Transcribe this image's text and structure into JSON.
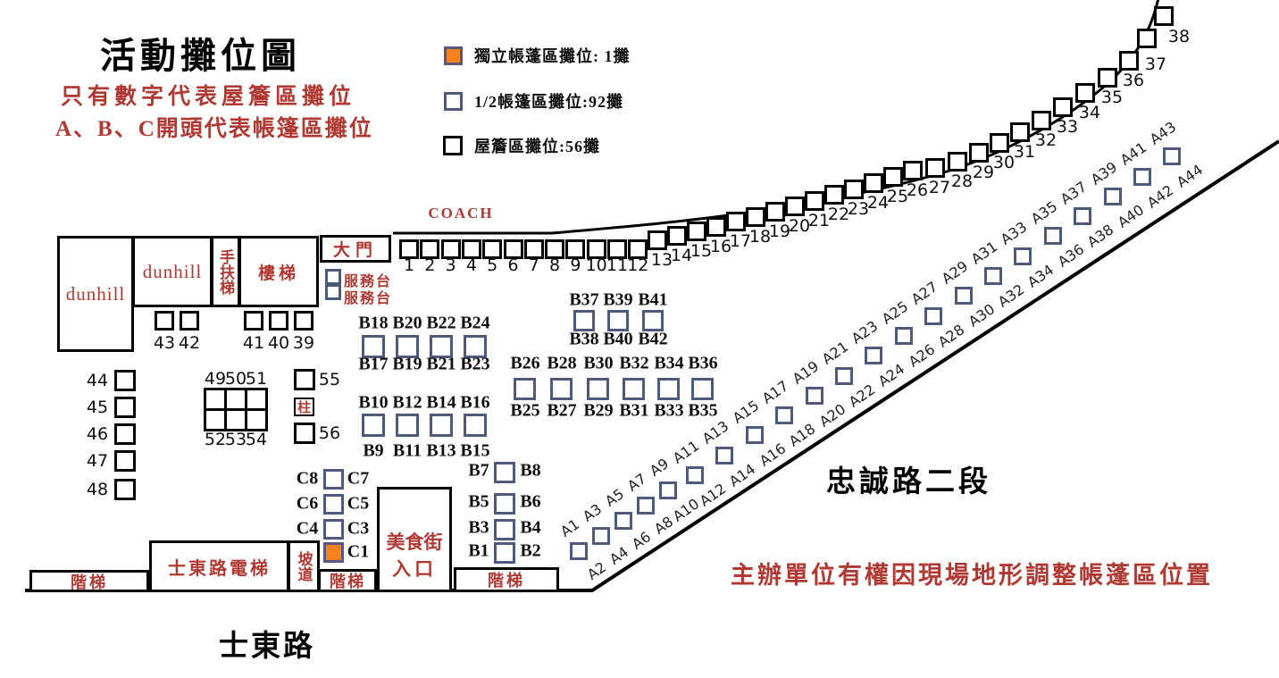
{
  "title": "活動攤位圖",
  "notes": {
    "line1": "只有數字代表屋簷區攤位",
    "line2": "A、B、C開頭代表帳篷區攤位"
  },
  "legend": [
    {
      "kind": "independent-tent",
      "label": "獨立帳蓬區攤位: 1攤"
    },
    {
      "kind": "half-tent",
      "label": "1/2帳篷區攤位:92攤"
    },
    {
      "kind": "eave",
      "label": "屋簷區攤位:56攤"
    }
  ],
  "places": {
    "coach": "COACH",
    "gate": "大門",
    "service_desk_1": "服務台",
    "service_desk_2": "服務台",
    "dunhill_large": "dunhill",
    "dunhill_small": "dunhill",
    "escalator": "手扶梯",
    "stairs": "樓梯",
    "pillar": "柱",
    "steps_left": "階梯",
    "elevator": "士東路電梯",
    "ramp": "坡道",
    "steps_mid": "階梯",
    "food_street_line1": "美食街",
    "food_street_line2": "入口",
    "steps_right": "階梯",
    "road_diagonal": "忠誠路二段",
    "road_bottom": "士東路",
    "disclaimer": "主辦單位有權因現場地形調整帳蓬區位置"
  },
  "booths": {
    "eave_row": [
      "1",
      "2",
      "3",
      "4",
      "5",
      "6",
      "7",
      "8",
      "9",
      "10",
      "11",
      "12"
    ],
    "eave_curve": [
      "13",
      "14",
      "15",
      "16",
      "17",
      "18",
      "19",
      "20",
      "21",
      "22",
      "23",
      "24",
      "25",
      "26",
      "27",
      "28",
      "29",
      "30",
      "31",
      "32",
      "33",
      "34",
      "35",
      "36",
      "37",
      "38"
    ],
    "under_dunhill": [
      "43",
      "42"
    ],
    "under_stairs": [
      "41",
      "40",
      "39"
    ],
    "left_column": [
      "44",
      "45",
      "46",
      "47",
      "48"
    ],
    "grid_top": [
      "49",
      "50",
      "51"
    ],
    "grid_bottom": [
      "52",
      "53",
      "54"
    ],
    "beside_pillar_top": "55",
    "beside_pillar_bottom": "56",
    "b_group_upper_left": {
      "top": [
        "B18",
        "B20",
        "B22",
        "B24"
      ],
      "bottom": [
        "B17",
        "B19",
        "B21",
        "B23"
      ]
    },
    "b_group_lower_left": {
      "top": [
        "B10",
        "B12",
        "B14",
        "B16"
      ],
      "bottom": [
        "B9",
        "B11",
        "B13",
        "B15"
      ]
    },
    "b_group_upper_right": {
      "top": [
        "B37",
        "B39",
        "B41"
      ],
      "bottom": [
        "B38",
        "B40",
        "B42"
      ]
    },
    "b_group_lower_right": {
      "top": [
        "B26",
        "B28",
        "B30",
        "B32",
        "B34",
        "B36"
      ],
      "bottom": [
        "B25",
        "B27",
        "B29",
        "B31",
        "B33",
        "B35"
      ]
    },
    "b_pairs_column": [
      {
        "left": "B7",
        "right": "B8"
      },
      {
        "left": "B5",
        "right": "B6"
      },
      {
        "left": "B3",
        "right": "B4"
      },
      {
        "left": "B1",
        "right": "B2"
      }
    ],
    "c_pairs_column": [
      {
        "left": "C8",
        "right": "C7"
      },
      {
        "left": "C6",
        "right": "C5"
      },
      {
        "left": "C4",
        "right": "C3"
      },
      {
        "left": "",
        "right": "C1"
      }
    ],
    "a_row_odd": [
      "A1",
      "A3",
      "A5",
      "A7",
      "A9",
      "A11",
      "A13",
      "A15",
      "A17",
      "A19",
      "A21",
      "A23",
      "A25",
      "A27",
      "A29",
      "A31",
      "A33",
      "A35",
      "A37",
      "A39",
      "A41",
      "A43"
    ],
    "a_row_even": [
      "A2",
      "A4",
      "A6",
      "A8",
      "A10",
      "A12",
      "A14",
      "A16",
      "A18",
      "A20",
      "A22",
      "A24",
      "A26",
      "A28",
      "A30",
      "A32",
      "A34",
      "A36",
      "A38",
      "A40",
      "A42",
      "A44"
    ]
  },
  "colors": {
    "red_text": "#b03a33",
    "half_tent_border": "#4e5a7b",
    "independent_fill": "#f6821f",
    "eave_border": "#000000"
  }
}
